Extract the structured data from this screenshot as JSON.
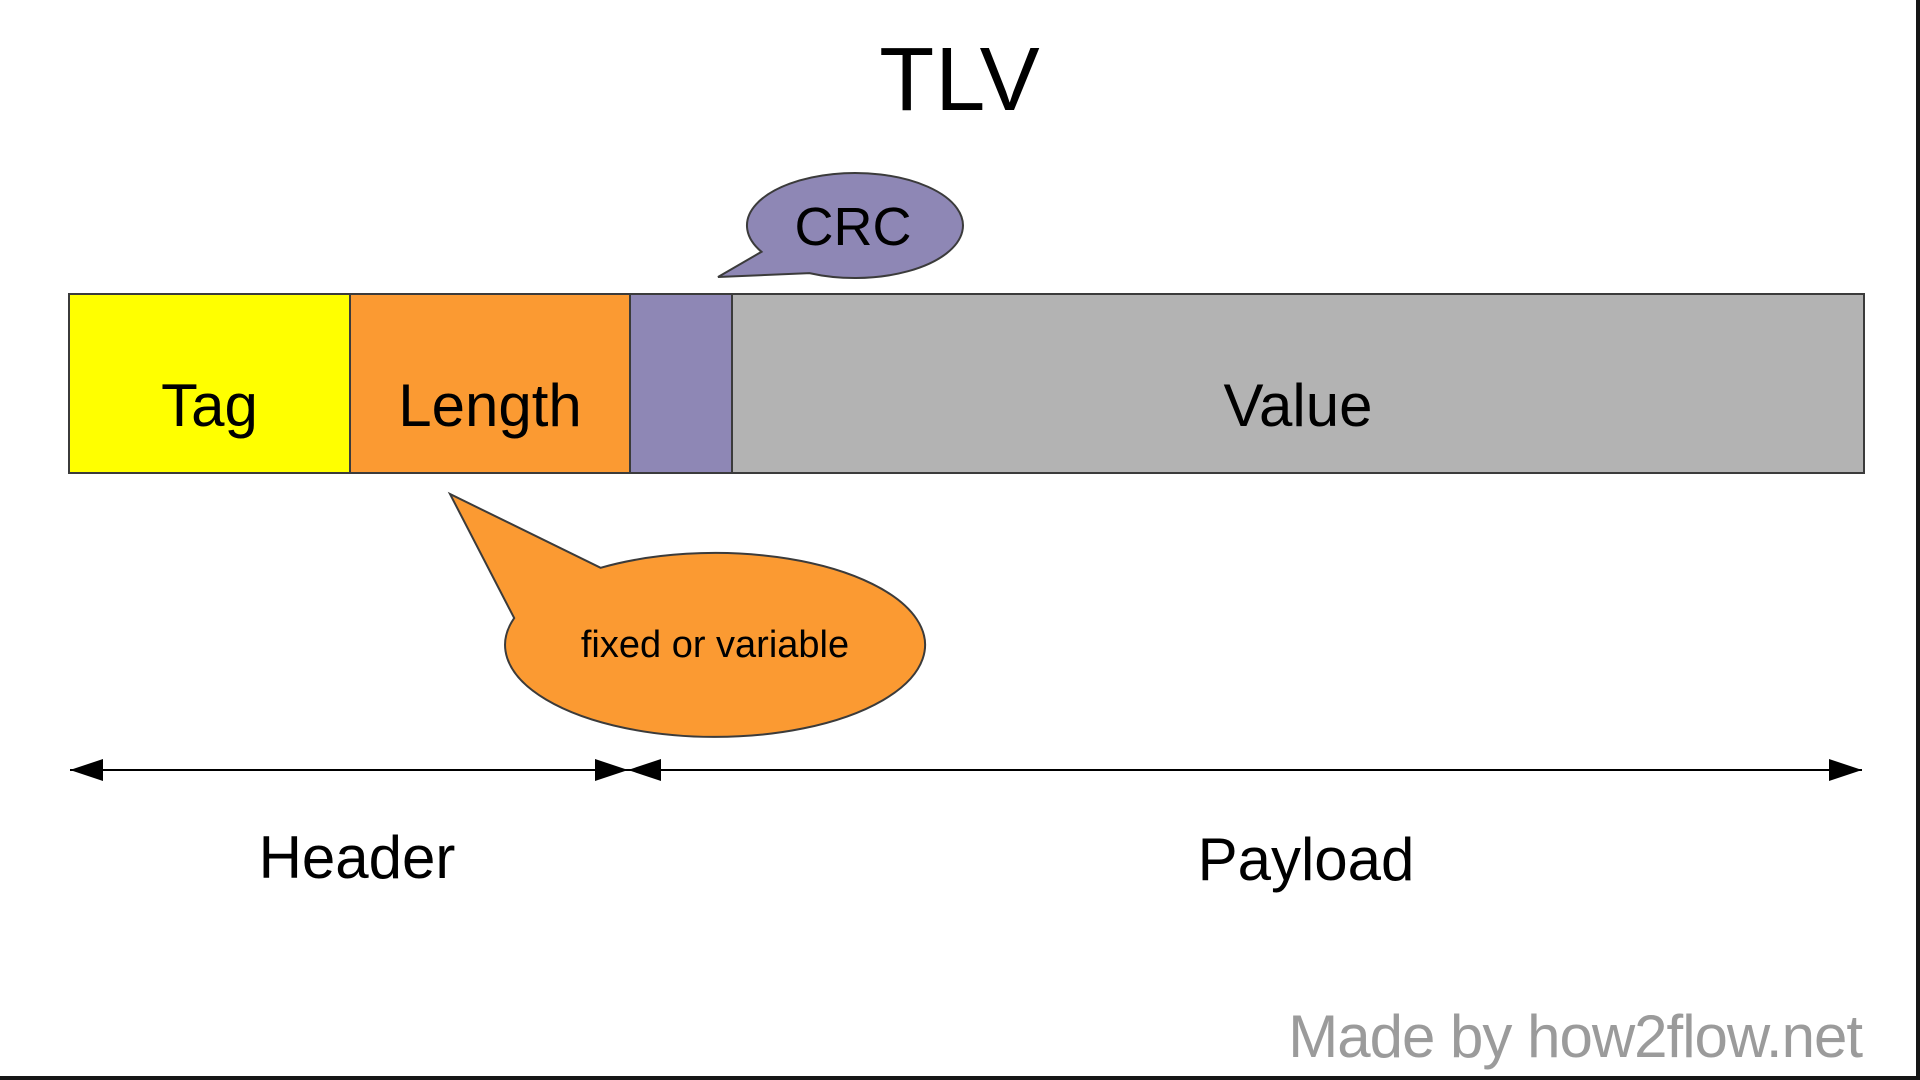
{
  "title": "TLV",
  "colors": {
    "tag_yellow": "#ffff00",
    "length_orange": "#fb9a32",
    "crc_purple": "#8e87b5",
    "value_gray": "#b3b3b3",
    "outline": "#3b3b3b",
    "arrow_black": "#000000",
    "watermark_gray": "#9b9b9b",
    "edge_dark": "#161616"
  },
  "bar": {
    "segments": [
      {
        "label": "Tag",
        "color": "#ffff00"
      },
      {
        "label": "Length",
        "color": "#fb9a32"
      },
      {
        "label": "",
        "color": "#8e87b5"
      },
      {
        "label": "Value",
        "color": "#b3b3b3"
      }
    ]
  },
  "callouts": {
    "crc": {
      "label": "CRC"
    },
    "note": {
      "label": "fixed or variable"
    }
  },
  "spans": {
    "header": {
      "label": "Header"
    },
    "payload": {
      "label": "Payload"
    }
  },
  "watermark": {
    "text": "Made by how2flow.net"
  }
}
